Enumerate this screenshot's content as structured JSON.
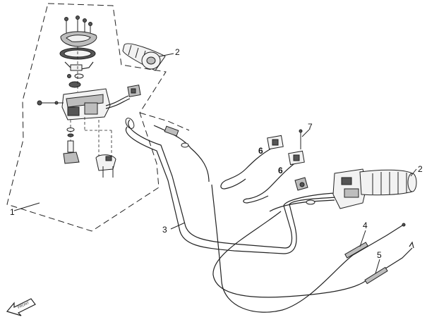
{
  "callouts": [
    {
      "id": "c1",
      "text": "1"
    },
    {
      "id": "c2a",
      "text": "2"
    },
    {
      "id": "c2b",
      "text": "2"
    },
    {
      "id": "c3",
      "text": "3"
    },
    {
      "id": "c4",
      "text": "4"
    },
    {
      "id": "c5",
      "text": "5"
    },
    {
      "id": "c6a",
      "text": "6"
    },
    {
      "id": "c6b",
      "text": "6"
    },
    {
      "id": "c7",
      "text": "7"
    }
  ],
  "front_marker": {
    "text": "FRONT",
    "icon": "arrow-icon"
  },
  "colors": {
    "line": "#222222",
    "background": "#ffffff",
    "shade": "#bdbdbd",
    "dark": "#555555"
  }
}
